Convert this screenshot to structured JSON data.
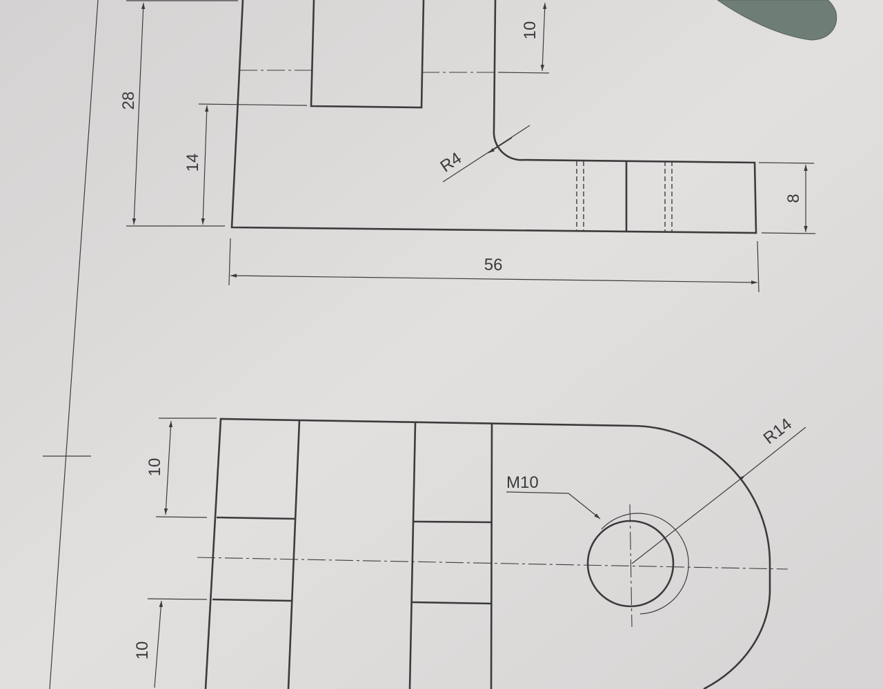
{
  "drawing": {
    "front_view": {
      "dim_height_total": "28",
      "dim_height_base": "14",
      "dim_slot_depth": "10",
      "dim_fillet": "R4",
      "dim_flange_thickness": "8",
      "dim_length": "56"
    },
    "top_view": {
      "dim_thread": "M10",
      "dim_radius": "R14",
      "dim_upper": "10",
      "dim_lower": "10"
    }
  },
  "colors": {
    "paper": "#dcdad8",
    "ink": "#3b3b3d",
    "tool": "#6e7d76"
  }
}
